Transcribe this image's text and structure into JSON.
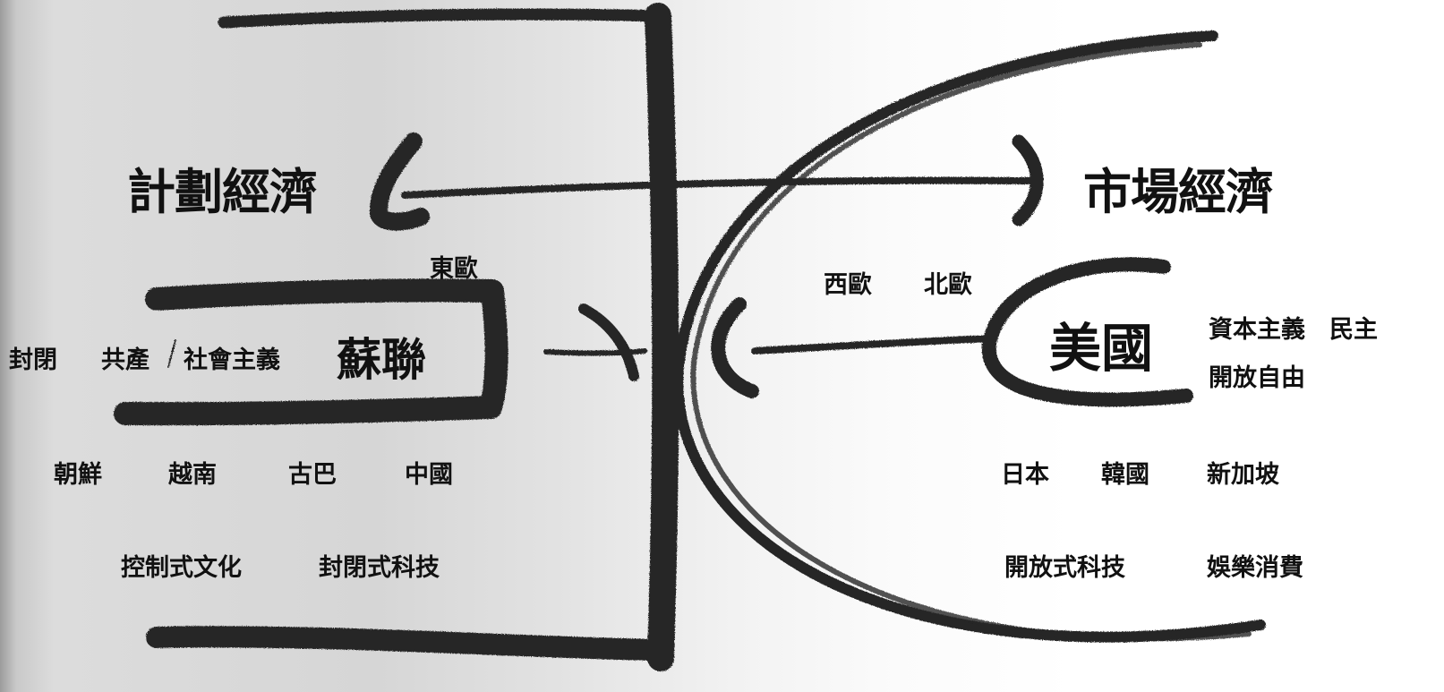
{
  "diagram": {
    "economies": {
      "left": "計劃經濟",
      "right": "市場經濟"
    },
    "left_bloc": {
      "center": "蘇聯",
      "east_europe": "東歐",
      "ideology": [
        "封閉",
        "共產",
        "社會主義"
      ],
      "allies": [
        "朝鮮",
        "越南",
        "古巴",
        "中國"
      ],
      "traits": [
        "控制式文化",
        "封閉式科技"
      ]
    },
    "right_bloc": {
      "center": "美國",
      "europe": [
        "西歐",
        "北歐"
      ],
      "values_line1": "資本主義　民主",
      "values_line2": "開放自由",
      "allies": [
        "日本",
        "韓國",
        "新加坡"
      ],
      "traits": [
        "開放式科技",
        "娛樂消費"
      ]
    },
    "stroke_color": "#262626"
  }
}
